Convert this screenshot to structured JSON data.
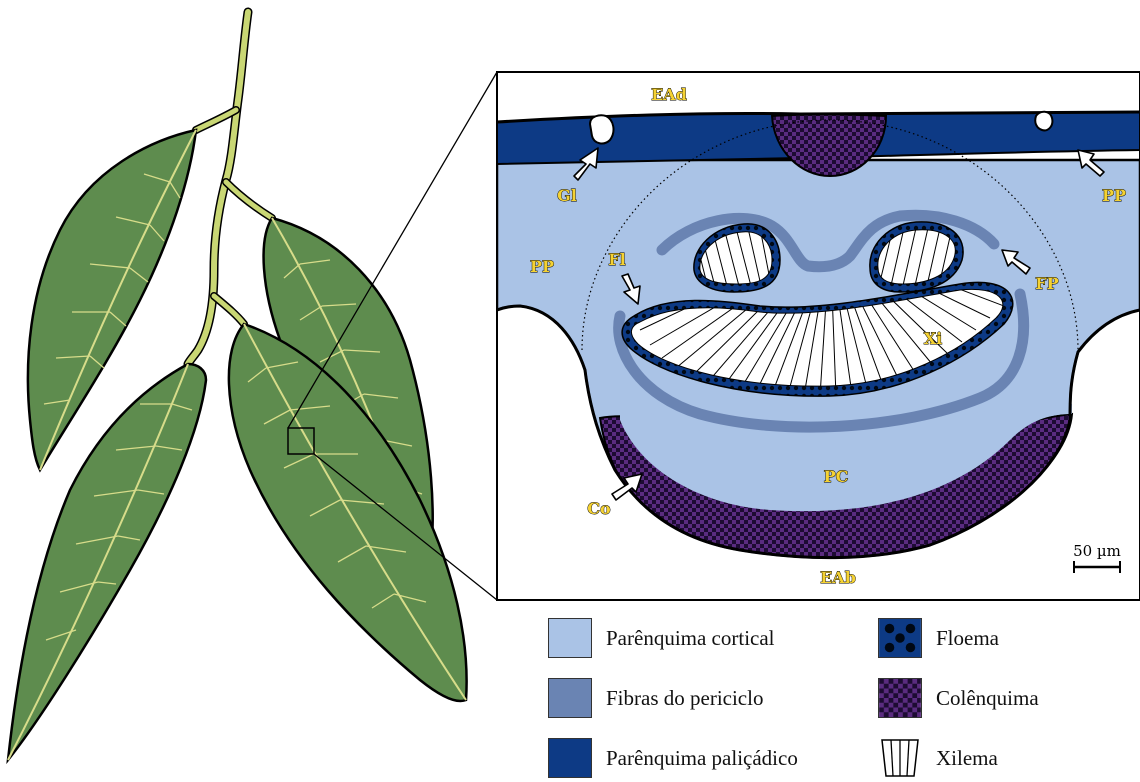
{
  "labels": {
    "ead": "EAd",
    "eab": "EAb",
    "gl": "Gl",
    "pp_left": "PP",
    "pp_right": "PP",
    "fl": "Fl",
    "fp": "FP",
    "xi": "Xi",
    "pc": "PC",
    "co": "Co"
  },
  "scale_bar": {
    "label": "50 µm"
  },
  "legend": {
    "items": [
      {
        "key": "cortical",
        "label": "Parênquima cortical",
        "color": "#aac3e6"
      },
      {
        "key": "fibers",
        "label": "Fibras do periciclo",
        "color": "#6a84b3"
      },
      {
        "key": "palisade",
        "label": "Parênquima paliçádico",
        "color": "#0d3a85"
      },
      {
        "key": "phloem",
        "label": "Floema",
        "color": "#0d3a85"
      },
      {
        "key": "collenchyma",
        "label": "Colênquima",
        "color": "#4a1d6e"
      },
      {
        "key": "xylem",
        "label": "Xilema",
        "color": "#ffffff"
      }
    ]
  },
  "colors": {
    "leaf": "#5e8c4e",
    "leaf_vein": "#d7dc8a",
    "stem": "#c9d774",
    "cortical": "#aac3e6",
    "fibers": "#6a84b3",
    "palisade": "#0d3a85",
    "collenchyma": "#4a1d6e",
    "label_fill": "#f5d233"
  }
}
